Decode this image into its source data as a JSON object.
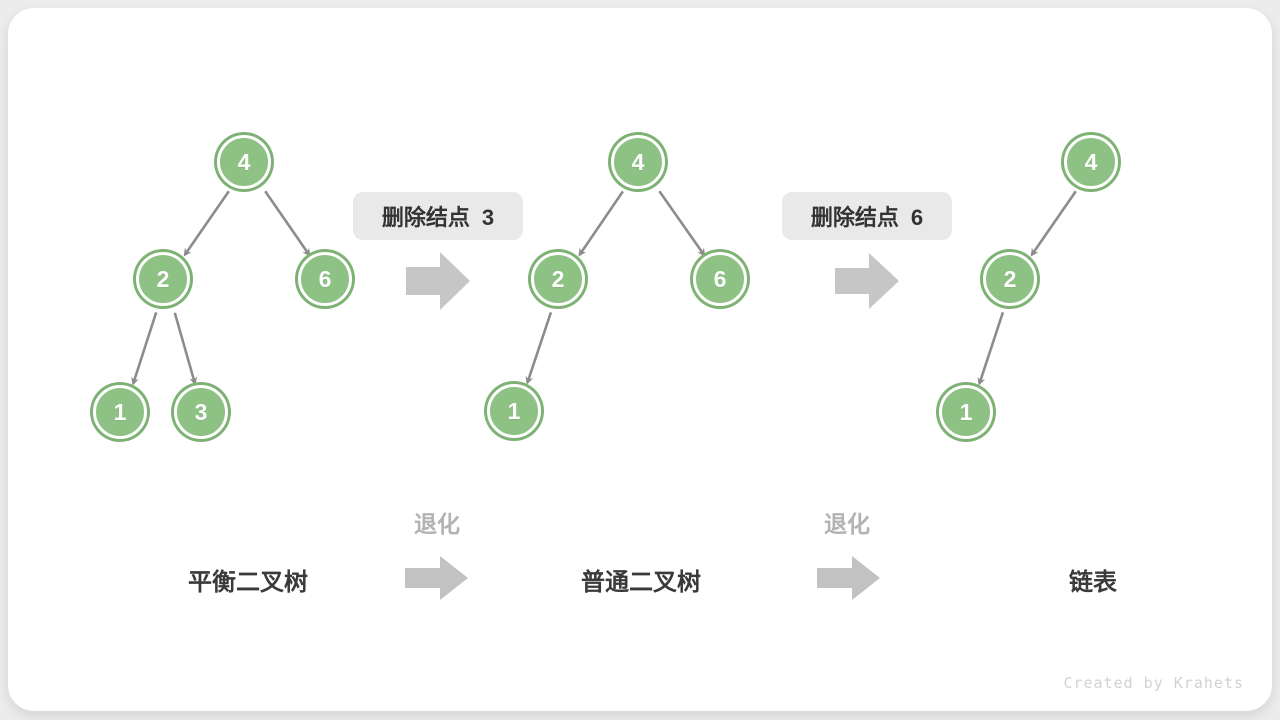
{
  "canvas": {
    "watermark": "Created by Krahets"
  },
  "colors": {
    "page_bg": "#ececec",
    "card_bg": "#ffffff",
    "node_fill": "#8ec284",
    "node_border": "#7db274",
    "node_text": "#ffffff",
    "edge": "#8c8c8c",
    "block_arrow": "#c6c6c6",
    "label_box_bg": "#e9e9e9",
    "label_text": "#333333",
    "stage_text": "#3a3a3a",
    "degrade_text": "#b3b3b3",
    "watermark_text": "#d2d2d2"
  },
  "steps": [
    {
      "label": "删除结点 3"
    },
    {
      "label": "删除结点 6"
    }
  ],
  "degrade": {
    "label": "退化"
  },
  "stages": [
    {
      "name": "平衡二叉树"
    },
    {
      "name": "普通二叉树"
    },
    {
      "name": "链表"
    }
  ],
  "trees": [
    {
      "stage": "平衡二叉树",
      "nodes": [
        {
          "value": "4"
        },
        {
          "value": "2"
        },
        {
          "value": "6"
        },
        {
          "value": "1"
        },
        {
          "value": "3"
        }
      ],
      "edges": [
        {
          "from": "4",
          "to": "2"
        },
        {
          "from": "4",
          "to": "6"
        },
        {
          "from": "2",
          "to": "1"
        },
        {
          "from": "2",
          "to": "3"
        }
      ]
    },
    {
      "stage": "普通二叉树",
      "nodes": [
        {
          "value": "4"
        },
        {
          "value": "2"
        },
        {
          "value": "6"
        },
        {
          "value": "1"
        }
      ],
      "edges": [
        {
          "from": "4",
          "to": "2"
        },
        {
          "from": "4",
          "to": "6"
        },
        {
          "from": "2",
          "to": "1"
        }
      ]
    },
    {
      "stage": "链表",
      "nodes": [
        {
          "value": "4"
        },
        {
          "value": "2"
        },
        {
          "value": "1"
        }
      ],
      "edges": [
        {
          "from": "4",
          "to": "2"
        },
        {
          "from": "2",
          "to": "1"
        }
      ]
    }
  ]
}
